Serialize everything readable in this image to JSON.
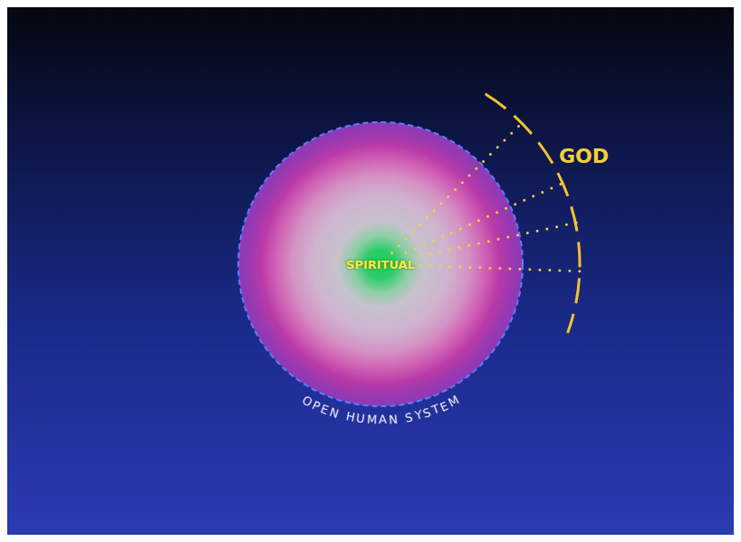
{
  "diagram": {
    "nodes": [
      {
        "text": [
          "OPEN HUMAN SYSTEM"
        ]
      },
      {
        "text": [
          "SPIRITUAL"
        ],
        "in": 0
      },
      {
        "text": [
          "GOD"
        ]
      }
    ],
    "edges": [
      {
        "from": 1,
        "to": 2,
        "arrow": "none"
      },
      {
        "from": 1,
        "to": 2,
        "arrow": "none"
      },
      {
        "from": 1,
        "to": 2,
        "arrow": "none"
      },
      {
        "from": 1,
        "to": 2,
        "arrow": "none"
      }
    ]
  }
}
